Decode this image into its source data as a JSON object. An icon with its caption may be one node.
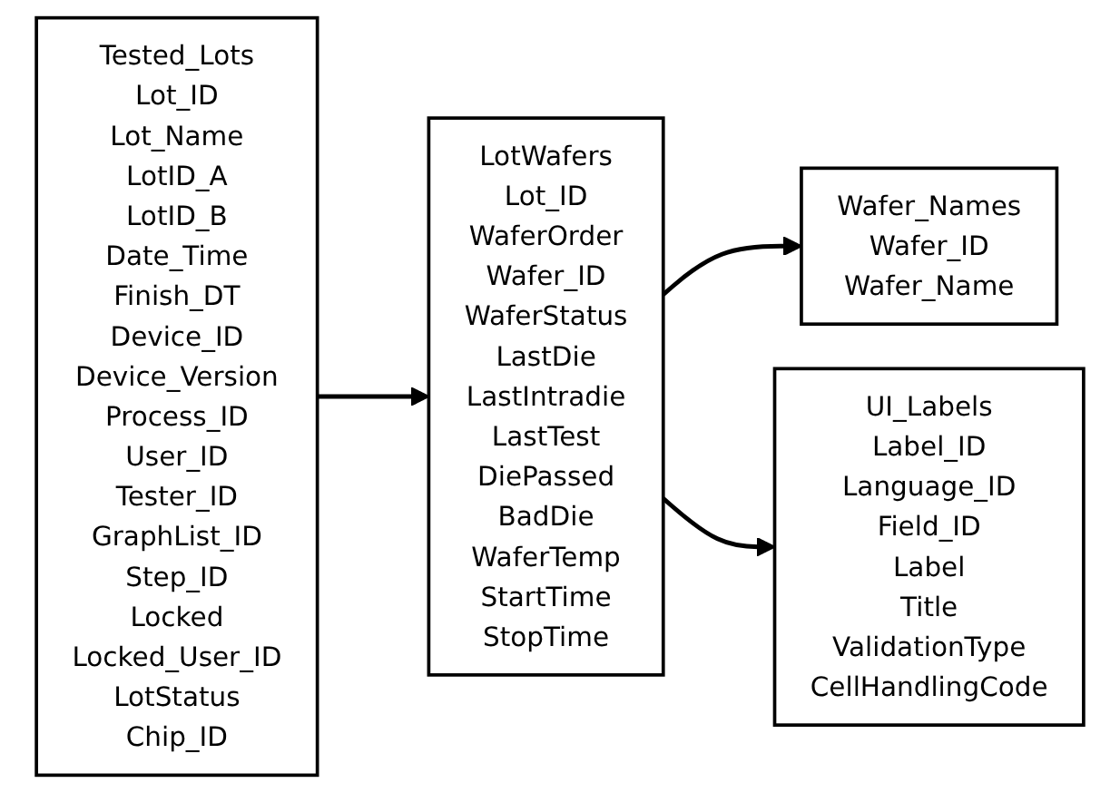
{
  "diagram": {
    "nodes": [
      {
        "text": [
          "Tested_Lots",
          "Lot_ID",
          "Lot_Name",
          "LotID_A",
          "LotID_B",
          "Date_Time",
          "Finish_DT",
          "Device_ID",
          "Device_Version",
          "Process_ID",
          "User_ID",
          "Tester_ID",
          "GraphList_ID",
          "Step_ID",
          "Locked",
          "Locked_User_ID",
          "LotStatus",
          "Chip_ID"
        ]
      },
      {
        "text": [
          "LotWafers",
          "Lot_ID",
          "WaferOrder",
          "Wafer_ID",
          "WaferStatus",
          "LastDie",
          "LastIntradie",
          "LastTest",
          "DiePassed",
          "BadDie",
          "WaferTemp",
          "StartTime",
          "StopTime"
        ]
      },
      {
        "text": [
          "Wafer_Names",
          "Wafer_ID",
          "Wafer_Name"
        ]
      },
      {
        "text": [
          "UI_Labels",
          "Label_ID",
          "Language_ID",
          "Field_ID",
          "Label",
          "Title",
          "ValidationType",
          "CellHandlingCode"
        ]
      }
    ],
    "edges": [
      {
        "from": 0,
        "to": 1,
        "arrow": "to"
      },
      {
        "from": 1,
        "to": 2,
        "arrow": "to"
      },
      {
        "from": 1,
        "to": 3,
        "arrow": "to"
      }
    ]
  }
}
